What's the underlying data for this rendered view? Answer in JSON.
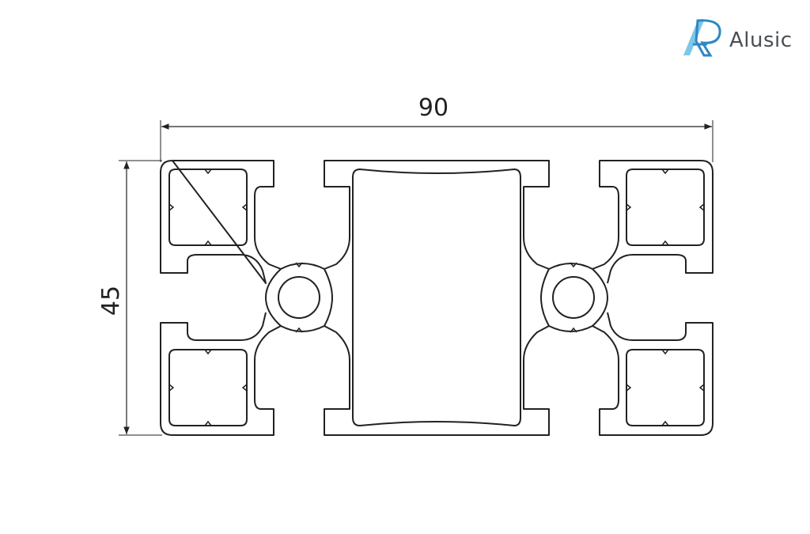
{
  "brand": {
    "name": "Alusic"
  },
  "dimensions": {
    "width_label": "90",
    "height_label": "45"
  }
}
